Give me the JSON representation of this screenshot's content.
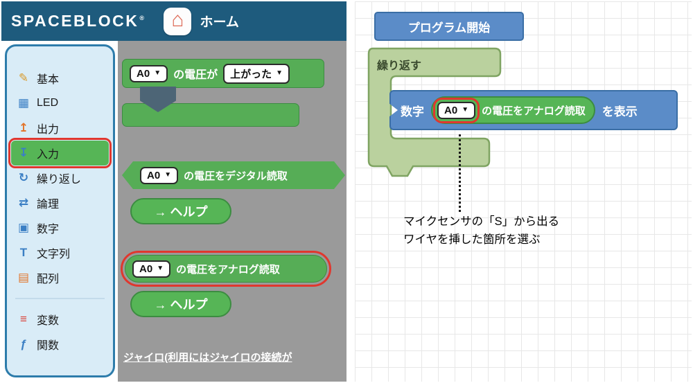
{
  "header": {
    "logo": "SPACEBLOCK",
    "registered": "®",
    "home_label": "ホーム"
  },
  "ui": {
    "dropdown_arrow": "▼"
  },
  "colors": {
    "accent_red": "#e0372e",
    "block_green": "#56b556",
    "block_blue": "#5b8cc8",
    "header_blue": "#1e5b7d",
    "repeat_green": "#bad19e"
  },
  "sidebar": {
    "categories": [
      {
        "label": "基本",
        "glyph": "✎"
      },
      {
        "label": "LED",
        "glyph": "▦"
      },
      {
        "label": "出力",
        "glyph": "↥"
      },
      {
        "label": "入力",
        "glyph": "↧",
        "selected": true
      },
      {
        "label": "繰り返し",
        "glyph": "↻"
      },
      {
        "label": "論理",
        "glyph": "⇄"
      },
      {
        "label": "数字",
        "glyph": "▣"
      },
      {
        "label": "文字列",
        "glyph": "T"
      },
      {
        "label": "配列",
        "glyph": "▤"
      }
    ],
    "extras": [
      {
        "label": "変数",
        "glyph": "≡"
      },
      {
        "label": "関数",
        "glyph": "ƒ"
      }
    ]
  },
  "toolbox": {
    "event_block": {
      "port": "A0",
      "middle": "の電圧が",
      "edge": "上がった"
    },
    "digital_block": {
      "port": "A0",
      "label": "の電圧をデジタル読取"
    },
    "help_label": "→ ヘルプ",
    "analog_block": {
      "port": "A0",
      "label": "の電圧をアナログ読取"
    },
    "footer_note": "ジャイロ(利用にはジャイロの接続が"
  },
  "workspace": {
    "start_label": "プログラム開始",
    "repeat_label": "繰り返す",
    "print_block": {
      "prefix": "数字",
      "suffix": "を表示"
    },
    "analog_block": {
      "port": "A0",
      "label": "の電圧をアナログ読取"
    },
    "annotation": {
      "line1": "マイクセンサの「S」から出る",
      "line2": "ワイヤを挿した箇所を選ぶ"
    }
  }
}
